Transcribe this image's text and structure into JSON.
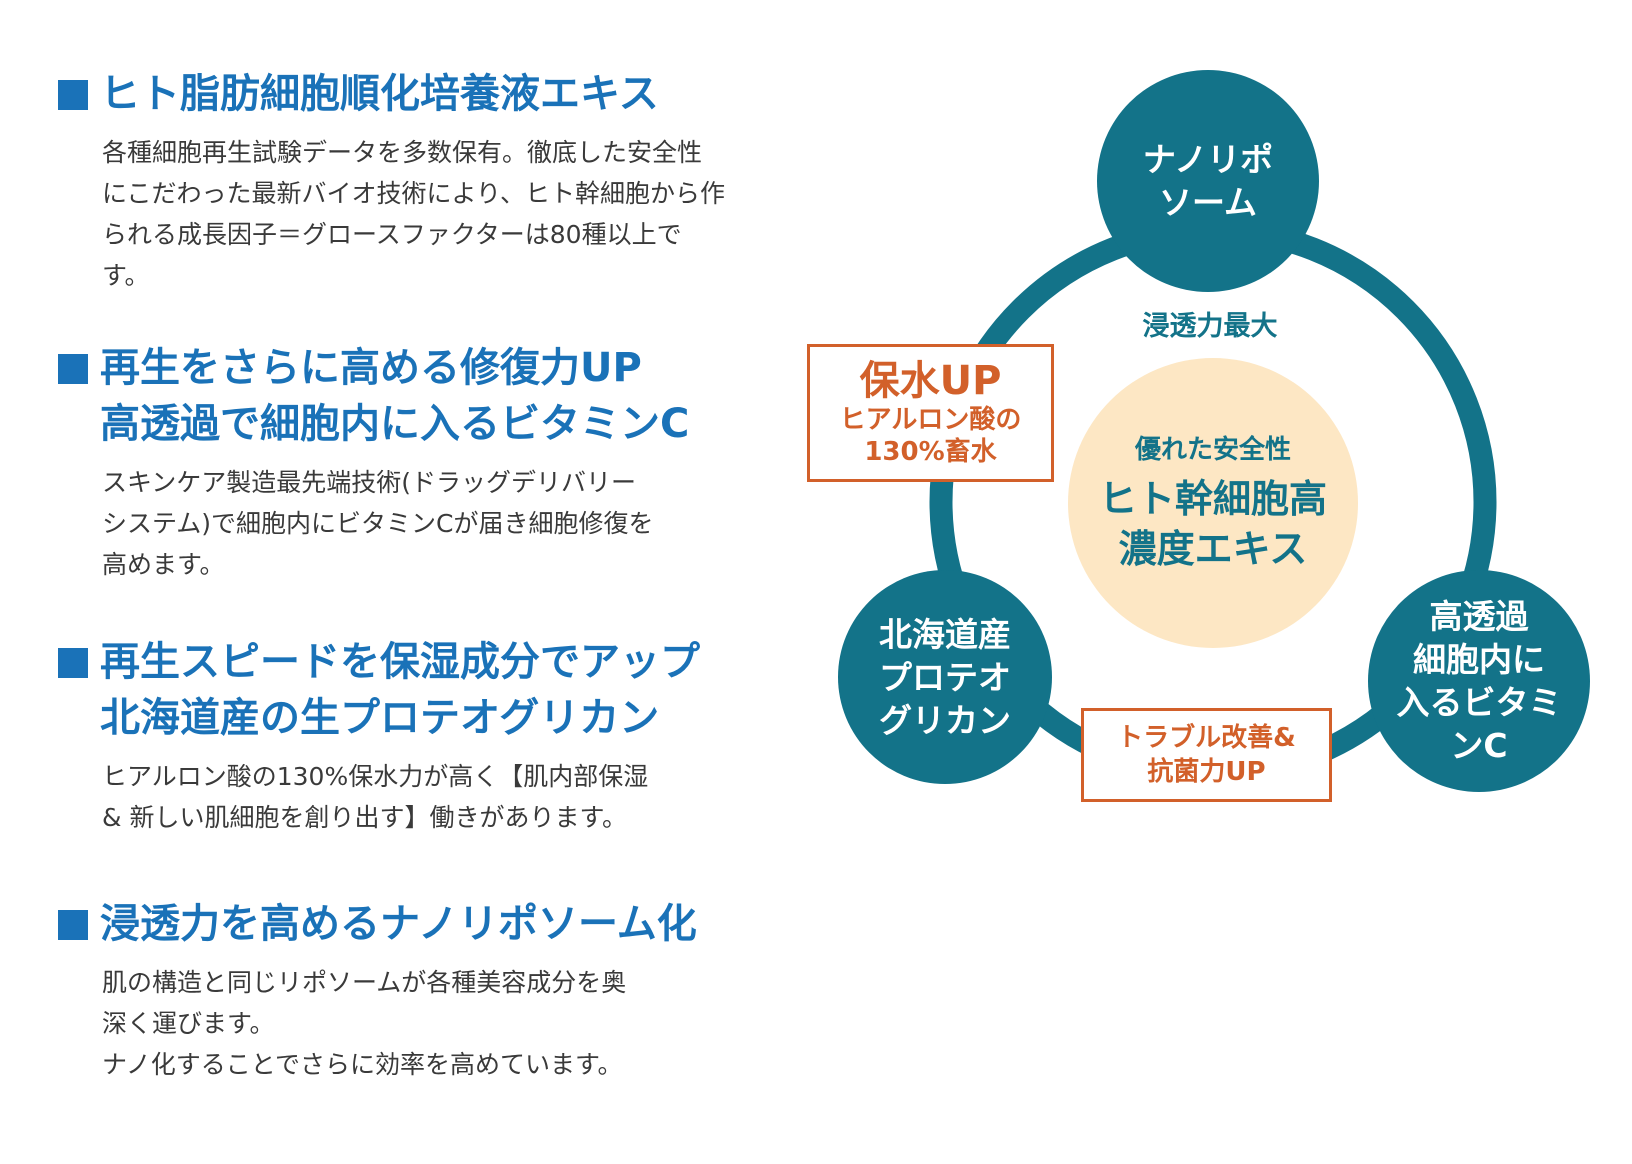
{
  "sections": [
    {
      "heading": [
        "ヒト脂肪細胞順化培養液エキス"
      ],
      "body": [
        "各種細胞再生試験データを多数保有。徹底した安全性",
        "にこだわった最新バイオ技術により、ヒト幹細胞から作",
        "られる成長因子＝グロースファクターは80種以上で",
        "す。"
      ]
    },
    {
      "heading": [
        "再生をさらに高める修復力UP",
        "高透過で細胞内に入るビタミンC"
      ],
      "body": [
        "スキンケア製造最先端技術(ドラッグデリバリー",
        "システム)で細胞内にビタミンCが届き細胞修復を",
        "高めます。"
      ]
    },
    {
      "heading": [
        "再生スピードを保湿成分でアップ",
        "北海道産の生プロテオグリカン"
      ],
      "body": [
        "ヒアルロン酸の130%保水力が高く【肌内部保湿",
        "& 新しい肌細胞を創り出す】働きがあります。"
      ]
    },
    {
      "heading": [
        "浸透力を高めるナノリポソーム化"
      ],
      "body": [
        "肌の構造と同じリポソームが各種美容成分を奥",
        "深く運びます。",
        "ナノ化することでさらに効率を高めています。"
      ]
    }
  ],
  "diagram": {
    "center": {
      "sub": "優れた安全性",
      "main": [
        "ヒト幹細胞高",
        "濃度エキス"
      ]
    },
    "ring_label": "浸透力最大",
    "nodes": {
      "top": [
        "ナノリポ",
        "ソーム"
      ],
      "left": [
        "北海道産",
        "プロテオ",
        "グリカン"
      ],
      "right": [
        "高透過",
        "細胞内に",
        "入るビタミ",
        "ンC"
      ]
    },
    "boxes": {
      "left": [
        "保水UP",
        "ヒアルロン酸の",
        "130%畜水"
      ],
      "bottom": [
        "トラブル改善&",
        "抗菌力UP"
      ]
    },
    "colors": {
      "teal": "#137389",
      "orange": "#d2602a",
      "cream": "#fde7c4",
      "blue": "#1a72b8"
    }
  }
}
